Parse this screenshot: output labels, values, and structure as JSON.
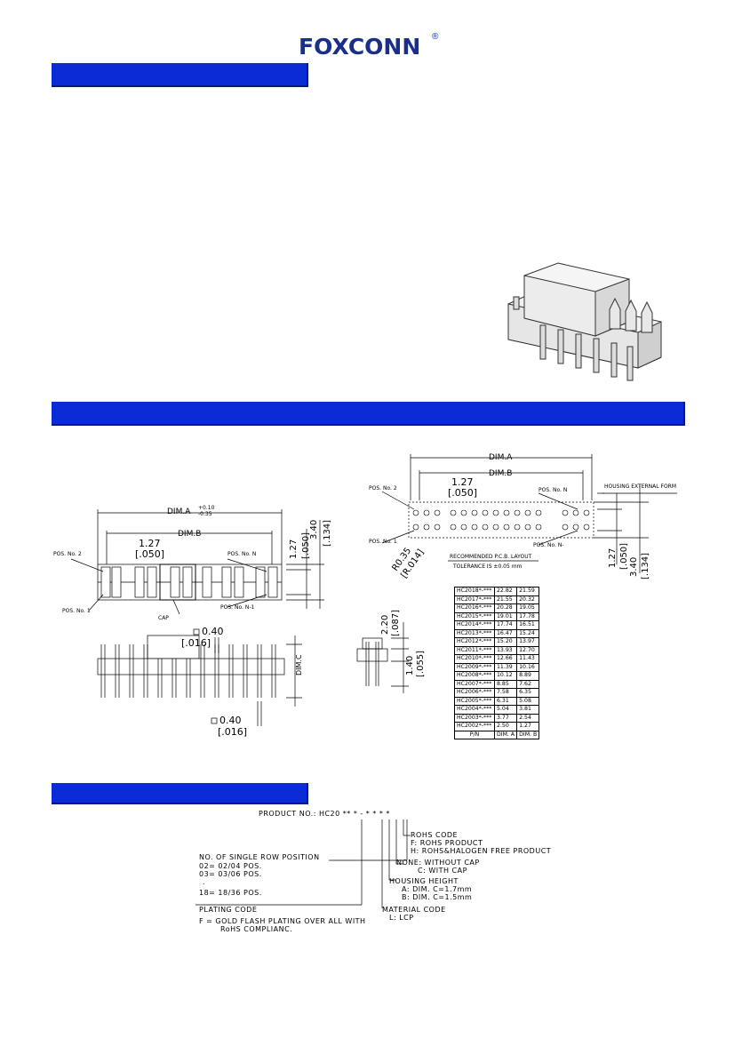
{
  "header": {
    "logo_text": "FOXCONN",
    "logo_reg": "®",
    "brand_color": "#1a2f8a",
    "bar_color": "#0b2bd6"
  },
  "top_view": {
    "dim_a": "DIM.A",
    "dim_a_tol_plus": "+0.10",
    "dim_a_tol_minus": "-0.35",
    "dim_b": "DIM.B",
    "pitch": "1.27",
    "pitch_in": "[.050]",
    "pos_no_2": "POS. No. 2",
    "pos_no_1": "POS. No. 1",
    "pos_no_n": "POS. No. N",
    "pos_no_n_minus": "POS. No. N-1",
    "cap": "CAP",
    "row_pitch": "1.27",
    "row_pitch_in": "[.050]",
    "width": "3.40",
    "width_in": "[.134]"
  },
  "side_view": {
    "pin_w": "0.40",
    "pin_w_in": "[.016]",
    "pin_w2": "0.40",
    "pin_w2_in": "[.016]",
    "dim_c": "DIM.C",
    "h1": "2.20",
    "h1_in": "[.087]",
    "h2": "1.40",
    "h2_in": "[.055]"
  },
  "pcb_layout": {
    "dim_a": "DIM.A",
    "dim_b": "DIM.B",
    "pitch": "1.27",
    "pitch_in": "[.050]",
    "pos_no_2": "POS. No. 2",
    "pos_no_1": "POS. No. 1",
    "pos_no_n": "POS. No. N",
    "pos_no_n_minus": "POS. No. N-",
    "housing": "HOUSING EXTERNAL FORM",
    "radius": "R0.35",
    "radius_in": "[R.014]",
    "title": "RECOMMENDED P.C.B. LAYOUT",
    "tolerance": "TOLERANCE IS  ±0.05 mm",
    "row_pitch": "1.27",
    "row_pitch_in": "[.050]",
    "width": "3.40",
    "width_in": "[.134]"
  },
  "dim_table": {
    "rows": [
      [
        "HC2018*-***",
        "22.82",
        "21.59"
      ],
      [
        "HC2017*-***",
        "21.55",
        "20.32"
      ],
      [
        "HC2016*-***",
        "20.28",
        "19.05"
      ],
      [
        "HC2015*-***",
        "19.01",
        "17.78"
      ],
      [
        "HC2014*-***",
        "17.74",
        "16.51"
      ],
      [
        "HC2013*-***",
        "16.47",
        "15.24"
      ],
      [
        "HC2012*-***",
        "15.20",
        "13.97"
      ],
      [
        "HC2011*-***",
        "13.93",
        "12.70"
      ],
      [
        "HC2010*-***",
        "12.66",
        "11.43"
      ],
      [
        "HC2009*-***",
        "11.39",
        "10.16"
      ],
      [
        "HC2008*-***",
        "10.12",
        "8.89"
      ],
      [
        "HC2007*-***",
        "8.85",
        "7.62"
      ],
      [
        "HC2006*-***",
        "7.58",
        "6.35"
      ],
      [
        "HC2005*-***",
        "6.31",
        "5.08"
      ],
      [
        "HC2004*-***",
        "5.04",
        "3.81"
      ],
      [
        "HC2003*-***",
        "3.77",
        "2.54"
      ],
      [
        "HC2002*-***",
        "2.50",
        "1.27"
      ]
    ],
    "footer": [
      "P/N",
      "DIM. A",
      "DIM. B"
    ]
  },
  "part_code": {
    "product_no": "PRODUCT NO.: HC20  **  *  - *  *  *  *",
    "rohs_code": "ROHS CODE",
    "rohs_f": "F: ROHS PRODUCT",
    "rohs_h": "H: ROHS&HALOGEN FREE PRODUCT",
    "cap_none": "NONE: WITHOUT CAP",
    "cap_c": "C: WITH CAP",
    "housing_height": "HOUSING HEIGHT",
    "height_a": "A: DIM. C=1.7mm",
    "height_b": "B: DIM. C=1.5mm",
    "material_code": "MATERIAL CODE",
    "material_l": "L: LCP",
    "positions": "NO. OF SINGLE ROW POSITION",
    "pos_02": "02= 02/04 POS.",
    "pos_03": "03= 03/06 POS.",
    "pos_dots": ".",
    "pos_18": "18= 18/36 POS.",
    "plating_code": "PLATING CODE",
    "plating_f": "F = GOLD FLASH PLATING OVER ALL WITH",
    "plating_f2": "RoHS COMPLIANC."
  }
}
